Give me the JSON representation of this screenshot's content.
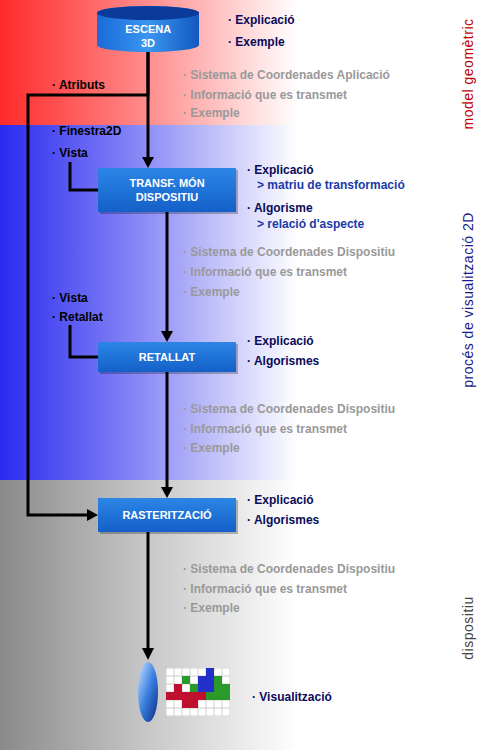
{
  "diagram": {
    "nodes": [
      {
        "text": [
          "ESCENA 3D"
        ]
      },
      {
        "text": [
          "TRANSF. MÓN DISPOSITIU"
        ]
      },
      {
        "text": [
          "RETALLAT"
        ]
      },
      {
        "text": [
          "RASTERITZACIÓ"
        ]
      }
    ],
    "edges": [
      {
        "from": 0,
        "to": 1,
        "arrow": "to"
      },
      {
        "from": 1,
        "to": 2,
        "arrow": "to"
      },
      {
        "from": 2,
        "to": 3,
        "arrow": "to"
      },
      {
        "from": 0,
        "to": 3,
        "label": "· Atributs",
        "arrow": "to"
      }
    ],
    "labels": [
      "· Explicació",
      "· Exemple",
      "· Sistema de Coordenades Aplicació",
      "· Informació que es transmet",
      "· Exemple",
      "· Finestra2D",
      "· Vista",
      "· Explicació",
      "> matriu de transformació",
      "· Algorisme",
      "> relació d'aspecte",
      "· Sistema de Coordenades Dispositiu",
      "· Informació que es transmet",
      "· Exemple",
      "· Vista",
      "· Retallat",
      "· Explicació",
      "· Algorismes",
      "· Sistema de Coordenades Dispositiu",
      "· Informació que es transmet",
      "· Exemple",
      "· Explicació",
      "· Algorismes",
      "· Sistema de Coordenades Dispositiu",
      "· Informació que es transmet",
      "· Exemple",
      "· Visualització",
      "model geomètric",
      "procés de visualització 2D",
      "dispositiu"
    ]
  }
}
